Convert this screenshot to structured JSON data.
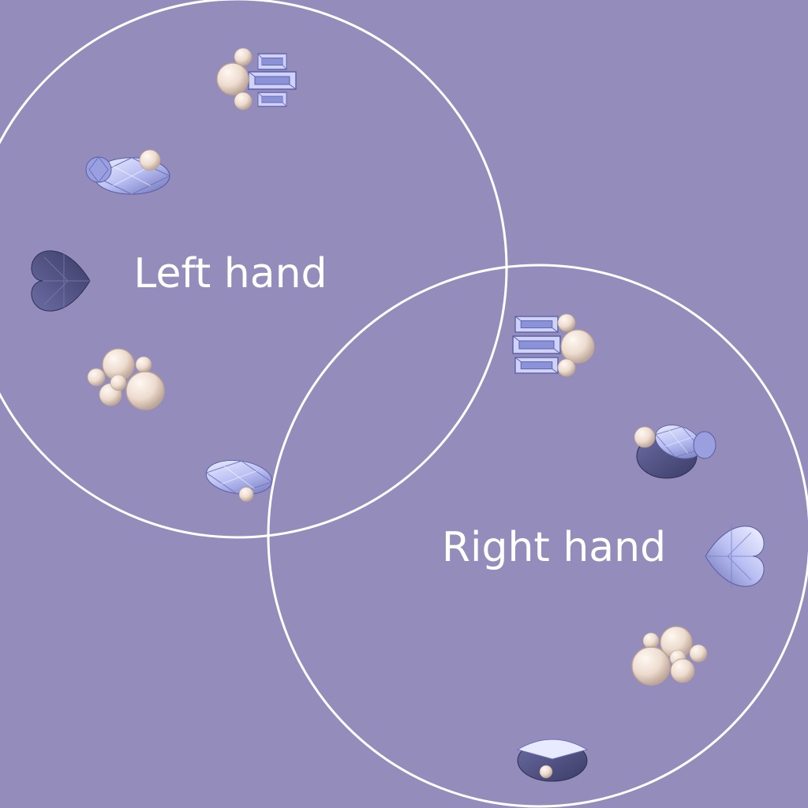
{
  "labels": {
    "left": "Left hand",
    "right": "Right hand"
  },
  "colors": {
    "background": "#948dbc",
    "ring_stroke": "#ffffff",
    "label": "#ffffff",
    "gem_light": "#dfe2ff",
    "gem_mid": "#9aa2e6",
    "gem_dark": "#4c4d80",
    "pearl": "#efe2d8",
    "pearl_shade": "#c8b3a6"
  },
  "items": {
    "left": [
      "pearls-and-baguettes",
      "diamond-with-pearl",
      "dark-heart-gem",
      "pearl-cluster",
      "oval-gem"
    ],
    "right": [
      "baguettes-and-pearls",
      "diamond-with-pearl",
      "light-heart-gem",
      "pearl-cluster",
      "oval-gem"
    ]
  }
}
